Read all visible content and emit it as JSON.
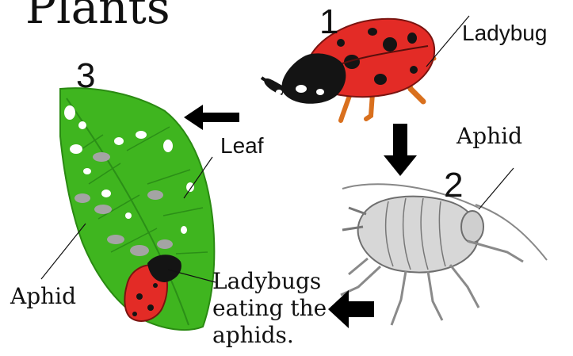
{
  "title": "Plants",
  "step_numbers": [
    "1",
    "2",
    "3"
  ],
  "labels": {
    "ladybug": "Ladybug",
    "aphid_top": "Aphid",
    "leaf": "Leaf",
    "aphid_left": "Aphid"
  },
  "caption_lines": [
    "Ladybugs",
    "eating the",
    "aphids."
  ],
  "colors": {
    "leaf_green": "#3fb51f",
    "ladybug_red": "#e32b26",
    "ladybug_black": "#111111",
    "leg_orange": "#d9701e",
    "aphid_gray": "#9b9b9b",
    "arrow_black": "#000000"
  }
}
